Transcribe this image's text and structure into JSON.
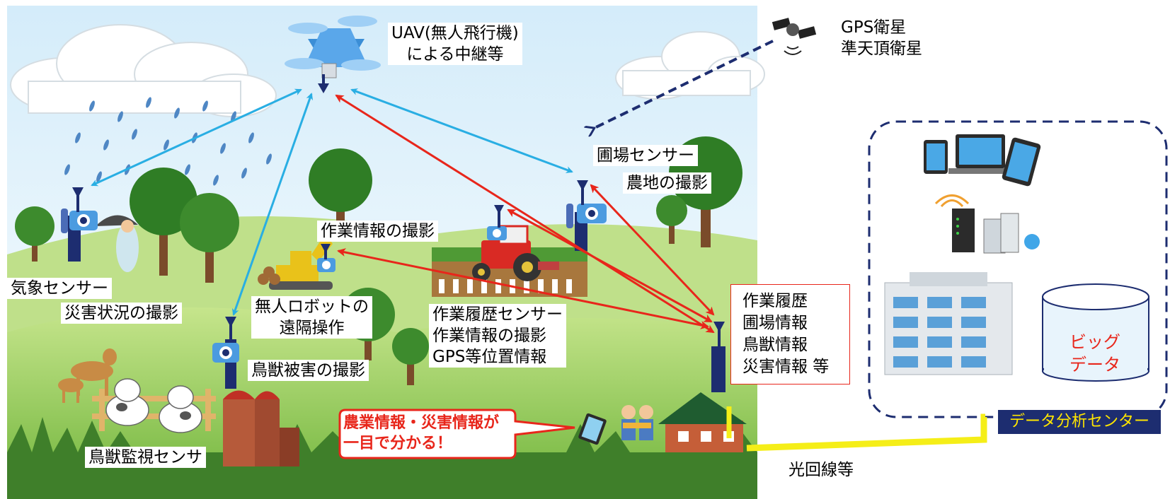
{
  "labels": {
    "uav_line1": "UAV(無人飛行機)",
    "uav_line2": "による中継等",
    "gps_line1": "GPS衛星",
    "gps_line2": "準天頂衛星",
    "field_sensor_line1": "圃場センサー",
    "field_sensor_line2": "農地の撮影",
    "work_info_photo": "作業情報の撮影",
    "weather_sensor": "気象センサー",
    "disaster_photo": "災害状況の撮影",
    "robot_line1": "無人ロボットの",
    "robot_line2": "遠隔操作",
    "history_line1": "作業履歴センサー",
    "history_line2": "作業情報の撮影",
    "history_line3": "GPS等位置情報",
    "damage_photo": "鳥獣被害の撮影",
    "animal_monitor": "鳥獣監視センサ",
    "optical_line": "光回線等",
    "bigdata_line1": "ビッグ",
    "bigdata_line2": "データ",
    "analysis_center": "データ分析センター",
    "callout_line1": "農業情報・災害情報が",
    "callout_line2": "一目で分かる！"
  },
  "info_box": {
    "items": [
      "作業履歴",
      "圃場情報",
      "鳥獣情報",
      "災害情報 等"
    ]
  },
  "colors": {
    "sky_top": "#dff0fb",
    "grass": "#7dbd3a",
    "blue_link": "#29aee3",
    "red_link": "#e8261b",
    "dashed_navy": "#1d2d70",
    "fiber_yellow": "#f5ee18"
  }
}
